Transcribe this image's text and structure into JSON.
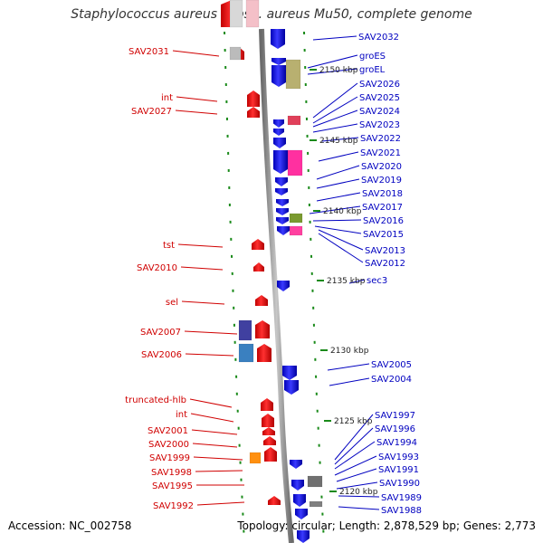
{
  "title": "Staphylococcus aureus subsp. aureus Mu50, complete genome",
  "accession": "Accession: NC_002758",
  "topology": "Topology: circular; Length: 2,878,529 bp; Genes: 2,773",
  "colors": {
    "left_label": "#d00000",
    "right_label": "#0000c0",
    "tick_green": "#1a8a1a",
    "backbone": "#8c8c8c"
  },
  "kbp_markers": [
    "2150 kbp",
    "2145 kbp",
    "2140 kbp",
    "2135 kbp",
    "2130 kbp",
    "2125 kbp",
    "2120 kbp"
  ],
  "left_genes": [
    "SAV2031",
    "int",
    "SAV2027",
    "tst",
    "SAV2010",
    "sel",
    "SAV2007",
    "SAV2006",
    "truncated-hlb",
    "int",
    "SAV2001",
    "SAV2000",
    "SAV1999",
    "SAV1998",
    "SAV1995",
    "SAV1992"
  ],
  "right_genes": [
    "SAV2032",
    "groES",
    "groEL",
    "SAV2026",
    "SAV2025",
    "SAV2024",
    "SAV2023",
    "SAV2022",
    "SAV2021",
    "SAV2020",
    "SAV2019",
    "SAV2018",
    "SAV2017",
    "SAV2016",
    "SAV2015",
    "SAV2013",
    "SAV2012",
    "sec3",
    "SAV2005",
    "SAV2004",
    "SAV1997",
    "SAV1996",
    "SAV1994",
    "SAV1993",
    "SAV1991",
    "SAV1990",
    "SAV1989",
    "SAV1988"
  ]
}
